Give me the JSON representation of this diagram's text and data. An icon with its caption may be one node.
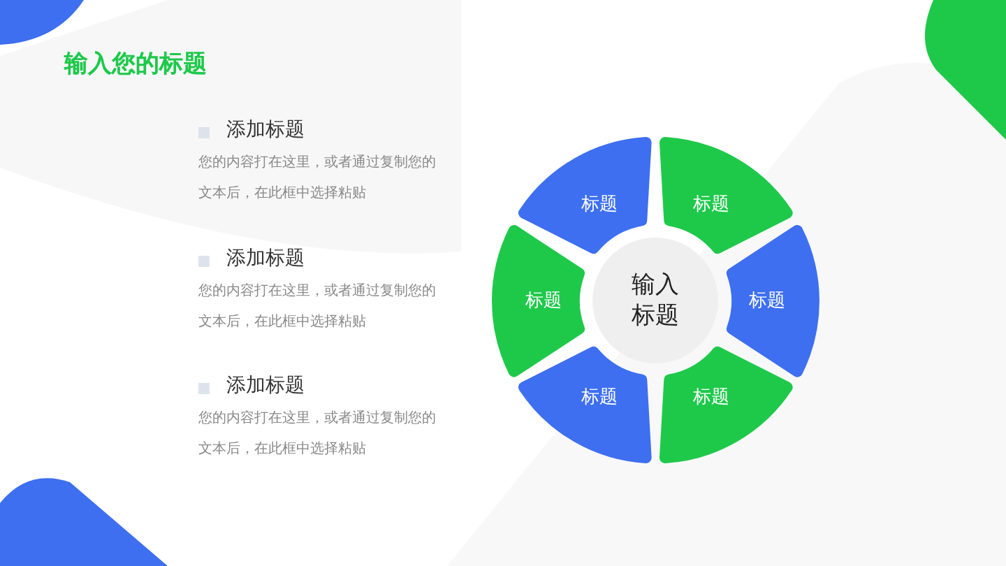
{
  "diagram": {
    "title": "输入您的标题",
    "nodes": [
      {
        "text": [
          "输入标题"
        ]
      },
      {
        "text": [
          "标题"
        ]
      },
      {
        "text": [
          "标题"
        ]
      },
      {
        "text": [
          "标题"
        ]
      },
      {
        "text": [
          "标题"
        ]
      },
      {
        "text": [
          "标题"
        ]
      },
      {
        "text": [
          "标题"
        ]
      }
    ],
    "edges": [],
    "labels": [
      "添加标题",
      "您的内容打在这里，或者通过复制您的文本后，在此框中选择粘贴",
      "添加标题",
      "您的内容打在这里，或者通过复制您的文本后，在此框中选择粘贴",
      "添加标题",
      "您的内容打在这里，或者通过复制您的文本后，在此框中选择粘贴"
    ]
  }
}
